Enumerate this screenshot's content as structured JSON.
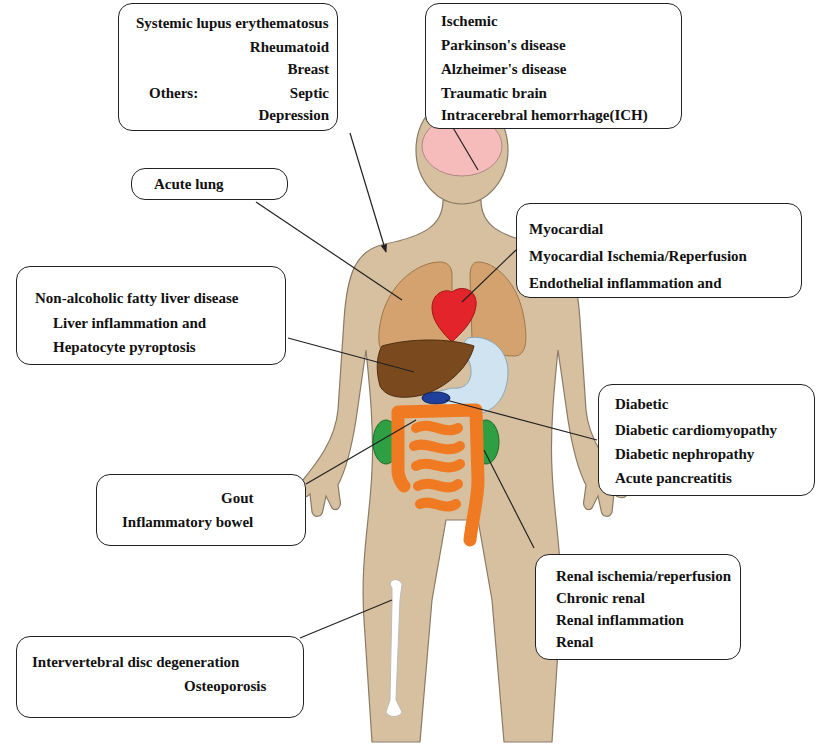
{
  "diagram": {
    "nodes": [
      {
        "text": [
          "Systemic lupus erythematosus",
          "Rheumatoid",
          "Breast",
          "Others:",
          "Septic",
          "Depression"
        ]
      },
      {
        "text": [
          "Ischemic",
          "Parkinson's disease",
          "Alzheimer's disease",
          "Traumatic brain",
          "Intracerebral hemorrhage(ICH)"
        ]
      },
      {
        "text": [
          "Acute lung"
        ]
      },
      {
        "text": [
          "Myocardial",
          "Myocardial Ischemia/Reperfusion",
          "Endothelial inflammation and"
        ]
      },
      {
        "text": [
          "Non-alcoholic fatty liver disease",
          "Liver inflammation and",
          "Hepatocyte pyroptosis"
        ]
      },
      {
        "text": [
          "Diabetic",
          "Diabetic cardiomyopathy",
          "Diabetic nephropathy",
          "Acute pancreatitis"
        ]
      },
      {
        "text": [
          "Gout",
          "Inflammatory bowel"
        ]
      },
      {
        "text": [
          "Renal ischemia/reperfusion",
          "Chronic renal",
          "Renal inflammation",
          "Renal"
        ]
      },
      {
        "text": [
          "Intervertebral disc degeneration",
          "Osteoporosis"
        ]
      }
    ]
  }
}
